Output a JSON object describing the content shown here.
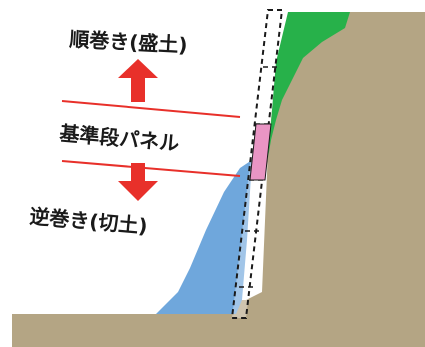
{
  "labels": {
    "fill_method": "順巻き(盛土)",
    "reference_panel": "基準段パネル",
    "cut_method": "逆巻き(切土)"
  },
  "colors": {
    "ground": "#b4a584",
    "vegetation": "#27b14a",
    "cut_slope_face": "#6fa7dc",
    "reference_panel": "#e995c4",
    "arrow": "#e8302a",
    "divider_line": "#e8302a",
    "wall_outline": "#1a1a1a"
  },
  "icons": {
    "up_arrow": "arrow-up-icon",
    "down_arrow": "arrow-down-icon"
  }
}
